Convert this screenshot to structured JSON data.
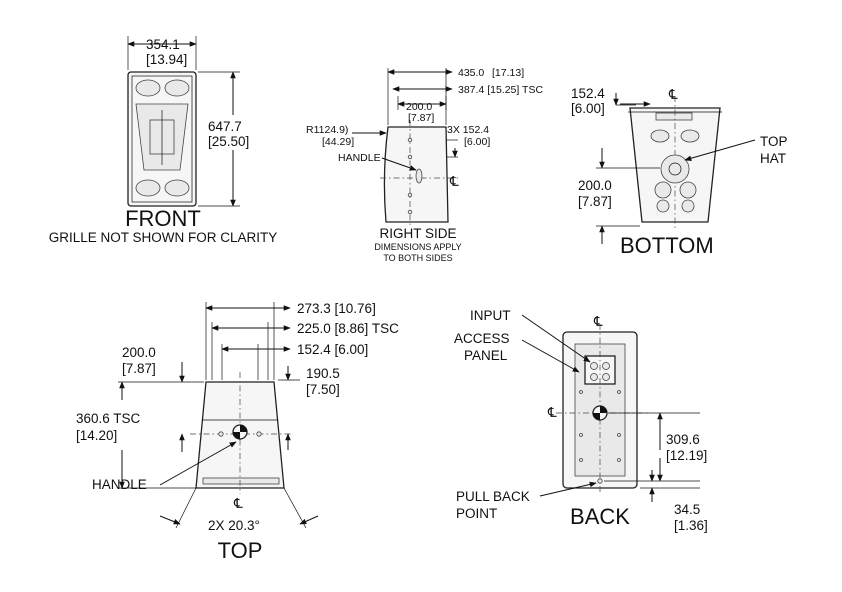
{
  "front": {
    "title": "FRONT",
    "note": "GRILLE NOT SHOWN FOR CLARITY",
    "width_mm": "354.1",
    "width_in": "[13.94]",
    "height_mm": "647.7",
    "height_in": "[25.50]"
  },
  "right_side": {
    "title": "RIGHT SIDE",
    "note_line1": "DIMENSIONS APPLY",
    "note_line2": "TO BOTH SIDES",
    "depth_mm": "435.0",
    "depth_in": "[17.13]",
    "tsc": "387.4  [15.25] TSC",
    "inner_mm": "200.0",
    "inner_in": "[7.87]",
    "radius_mm": "R1124.9)",
    "radius_in": "[44.29]",
    "spacing_mm": "3X 152.4",
    "spacing_in": "[6.00]",
    "handle": "HANDLE",
    "centerline": "℄"
  },
  "bottom": {
    "title": "BOTTOM",
    "dim1_mm": "152.4",
    "dim1_in": "[6.00]",
    "dim2_mm": "200.0",
    "dim2_in": "[7.87]",
    "tophat_line1": "TOP",
    "tophat_line2": "HAT",
    "centerline": "℄"
  },
  "top": {
    "title": "TOP",
    "dim_a": "273.3  [10.76]",
    "dim_b": "225.0  [8.86] TSC",
    "dim_c": "152.4  [6.00]",
    "left_mm": "200.0",
    "left_in": "[7.87]",
    "right_mm": "190.5",
    "right_in": "[7.50]",
    "tsc_mm": "360.6  TSC",
    "tsc_in": "[14.20]",
    "handle": "HANDLE",
    "angle": "2X 20.3°",
    "centerline": "℄"
  },
  "back": {
    "title": "BACK",
    "input": "INPUT",
    "access_line1": "ACCESS",
    "access_line2": "PANEL",
    "pull_line1": "PULL BACK",
    "pull_line2": "POINT",
    "dim1_mm": "309.6",
    "dim1_in": "[12.19]",
    "dim2_mm": "34.5",
    "dim2_in": "[1.36]",
    "centerline": "℄"
  }
}
